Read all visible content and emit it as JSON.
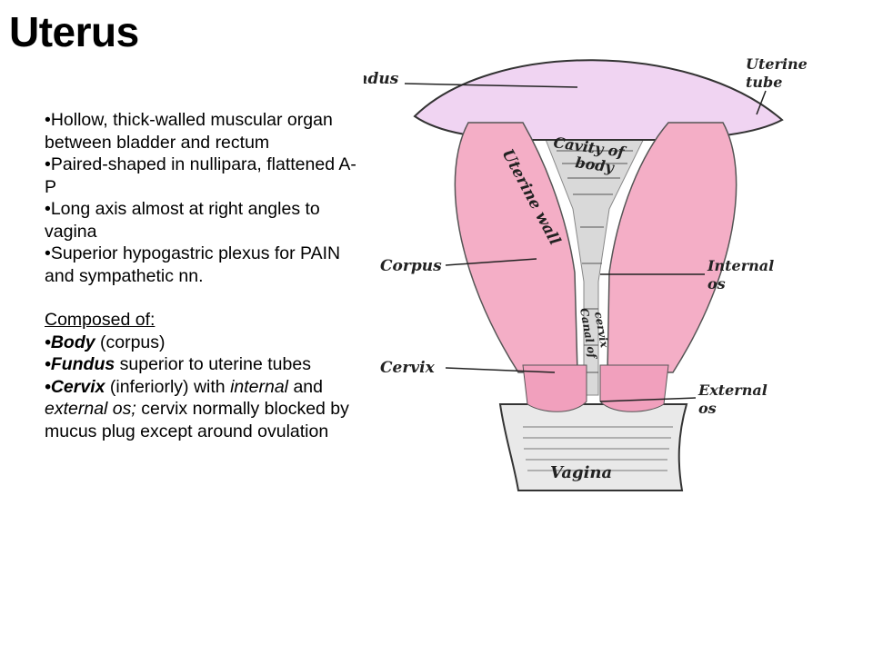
{
  "title": "Uterus",
  "bullets": [
    "•Hollow, thick-walled muscular organ between bladder and rectum",
    "•Paired-shaped in nullipara, flattened A-P",
    "•Long axis almost at right angles to vagina",
    "•Superior hypogastric plexus for PAIN and sympathetic nn."
  ],
  "composed_heading": "Composed of:",
  "composed": [
    {
      "bold": "•Body",
      "rest": " (corpus)"
    },
    {
      "bold": "•Fundus",
      "rest": " superior to uterine tubes"
    },
    {
      "bold": "•Cervix",
      "r1": " (inferiorly) with ",
      "i1": "internal",
      "r2": " and ",
      "i2": "external os;",
      "r3": " cervix normally blocked by mucus plug except around ovulation"
    }
  ],
  "labels": {
    "fundus": "Fundus",
    "uterine_tube_1": "Uterine",
    "uterine_tube_2": "tube",
    "cavity_1": "Cavity of",
    "cavity_2": "body",
    "uterine_wall": "Uterine wall",
    "corpus": "Corpus",
    "internal_os_1": "Internal",
    "internal_os_2": "os",
    "canal_1": "Canal of",
    "canal_2": "cervix",
    "cervix": "Cervix",
    "external_os_1": "External",
    "external_os_2": "os",
    "vagina": "Vagina"
  },
  "colors": {
    "fundus_fill": "#f0d4f2",
    "wall_fill": "#f4aec6",
    "cervix_fill": "#f1a0bd",
    "outline": "#333333"
  }
}
